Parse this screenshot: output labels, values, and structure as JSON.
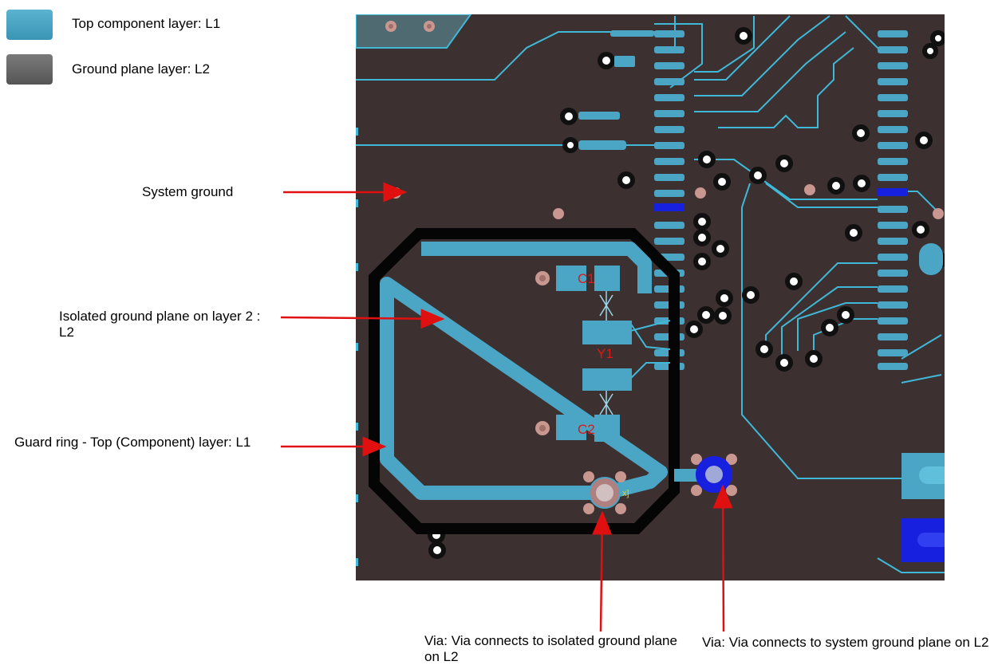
{
  "legend": {
    "items": [
      {
        "label": "Top component layer: L1",
        "color": "#4aa6c4"
      },
      {
        "label": "Ground plane layer: L2",
        "color": "#6b6b6b"
      }
    ]
  },
  "annotations": {
    "system_ground": "System ground",
    "isolated_plane": "Isolated ground plane on layer 2 : L2",
    "guard_ring": "Guard ring - Top (Component) layer: L1",
    "via_isolated": "Via: Via connects to isolated ground plane on L2",
    "via_system": "Via: Via connects to system ground plane on L2"
  },
  "designators": {
    "c1": "C1",
    "y1": "Y1",
    "c2": "C2"
  },
  "colors": {
    "board": "#3c3030",
    "copper_top": "#4aa6c4",
    "trace": "#40b8d8",
    "pad_pink": "#c89890",
    "via_blue": "#1820e0",
    "arrow": "#e01010",
    "designator": "#e01818"
  }
}
